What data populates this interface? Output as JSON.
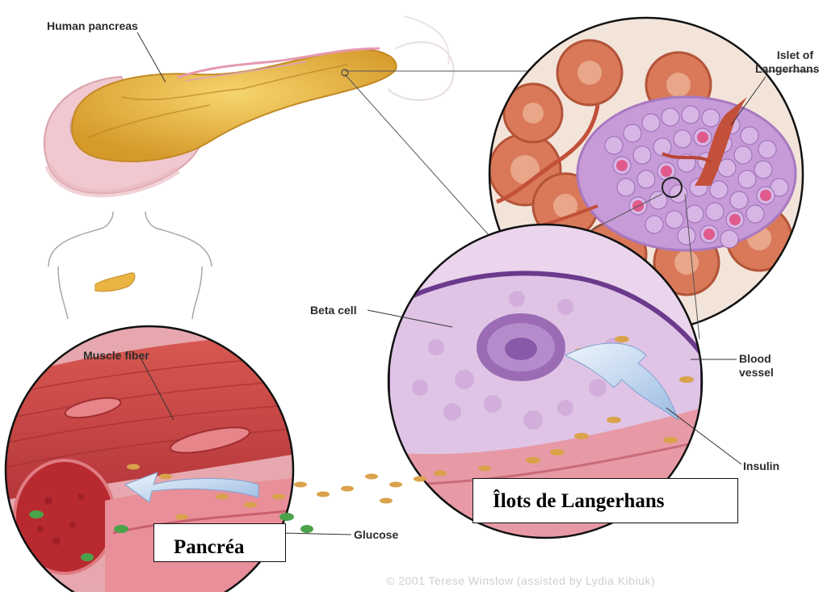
{
  "labels": {
    "human_pancreas": "Human pancreas",
    "islet_of_langerhans": "Islet of\nLangerhans",
    "beta_cell": "Beta cell",
    "muscle_fiber": "Muscle fiber",
    "blood_vessel": "Blood\nvessel",
    "insulin": "Insulin",
    "glucose": "Glucose"
  },
  "copyright": "© 2001 Terese Winslow (assisted by Lydia Kibiuk)",
  "overlays": {
    "ilots": "Îlots de Langerhans",
    "pancreas": "Pancréa"
  },
  "colors": {
    "pancreas_yellow": "#e9b73e",
    "islet_purple": "#c69bd8",
    "acini_orange": "#d9795a",
    "muscle_red": "#c94a44",
    "vessel_pink": "#e79aa5",
    "glucose_green": "#4aa34a",
    "insulin_tan": "#d9a24b",
    "arrow_blue": "#a9c7e8"
  }
}
